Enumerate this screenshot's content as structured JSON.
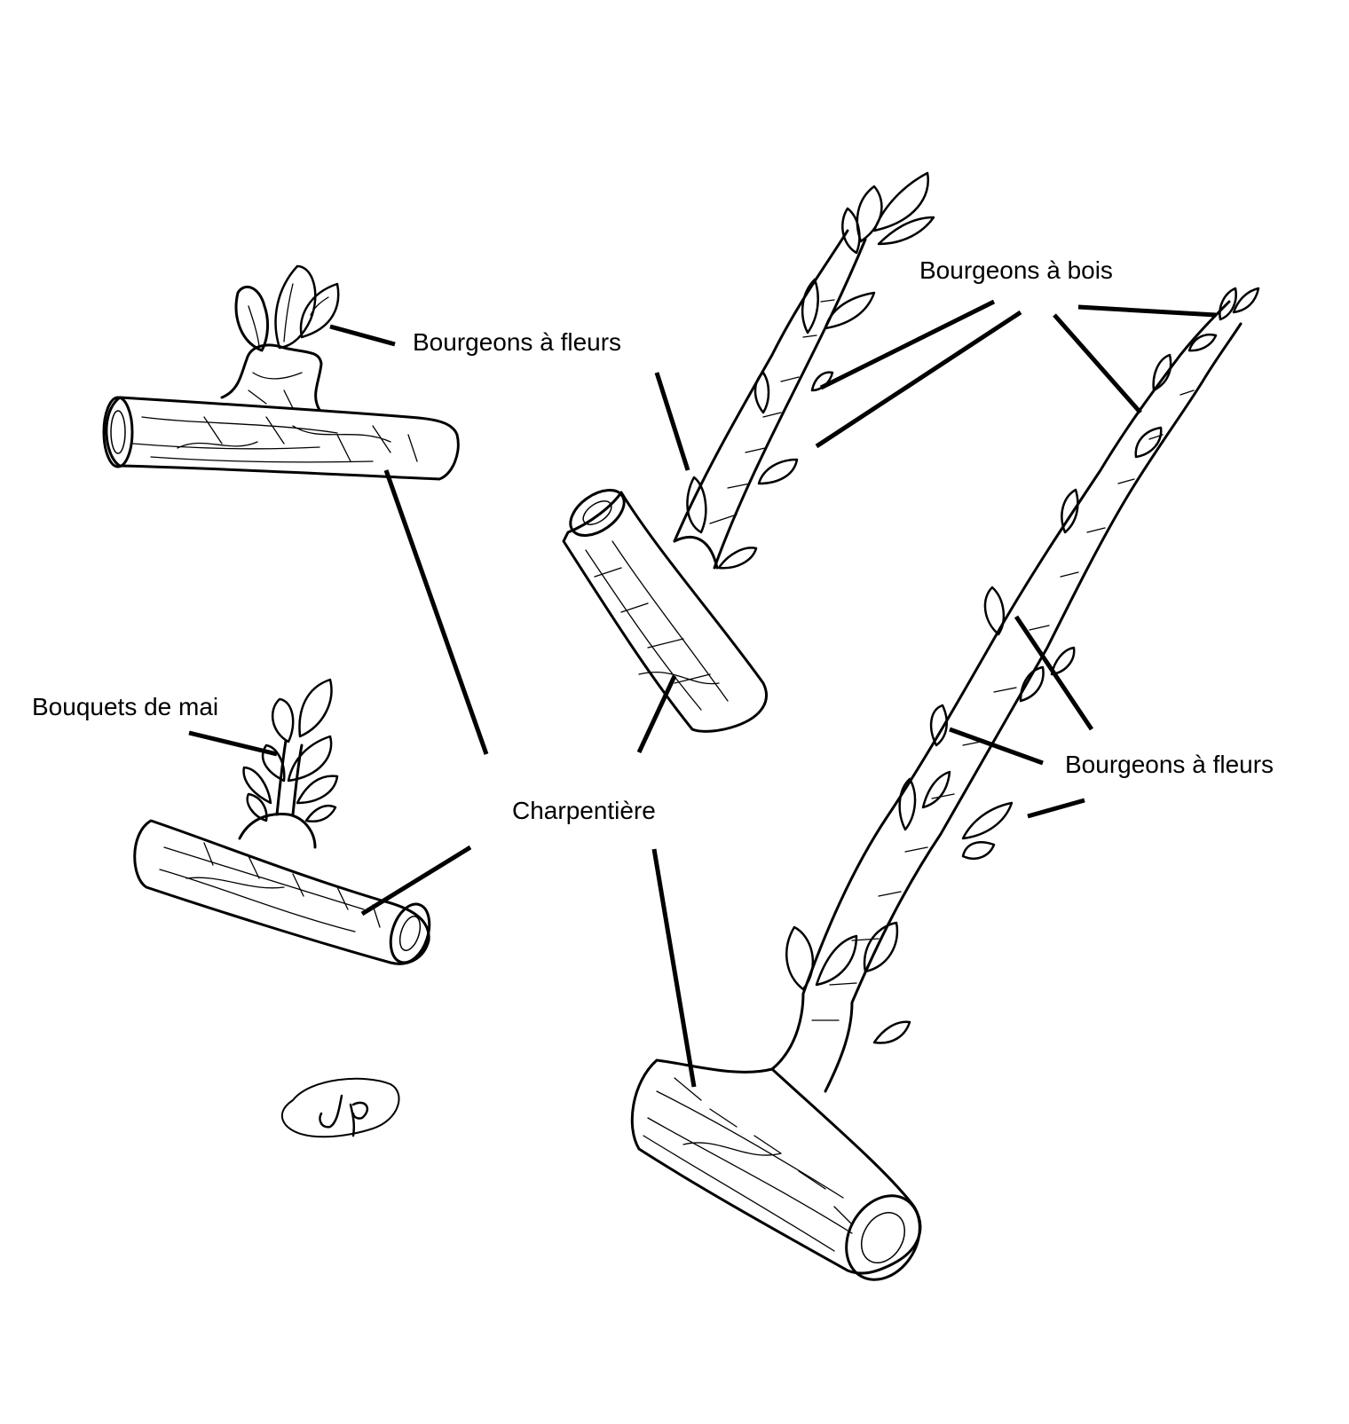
{
  "labels": {
    "flower_buds_top": "Bourgeons à fleurs",
    "wood_buds": "Bourgeons à bois",
    "may_bouquets": "Bouquets de mai",
    "main_branch": "Charpentière",
    "flower_buds_right": "Bourgeons à fleurs"
  },
  "colors": {
    "ink": "#000000",
    "background": "#ffffff"
  },
  "drawings": [
    "flower-bud-branch",
    "may-bouquet-branch",
    "wood-shoot",
    "long-fruiting-shoot",
    "signature"
  ]
}
